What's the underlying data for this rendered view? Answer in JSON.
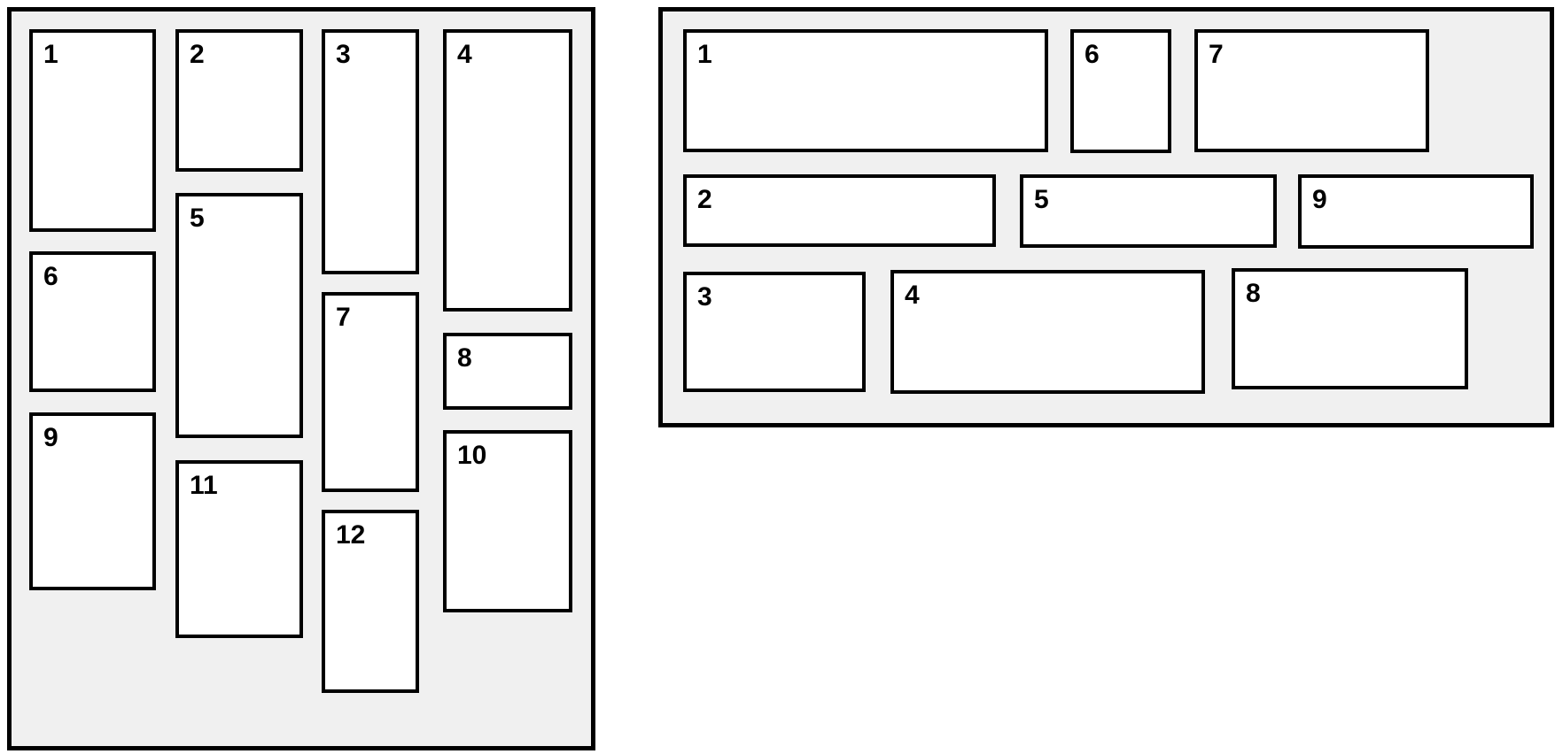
{
  "colors": {
    "page_background": "#ffffff",
    "panel_background": "#f0f0f0",
    "panel_border": "#000000",
    "box_background": "#ffffff",
    "box_border": "#000000",
    "label_color": "#000000"
  },
  "left_panel": {
    "description": "vertical masonry grid, 4 columns, 12 numbered cards",
    "box_labels": [
      "1",
      "2",
      "3",
      "4",
      "5",
      "6",
      "7",
      "8",
      "9",
      "10",
      "11",
      "12"
    ]
  },
  "right_panel": {
    "description": "horizontal masonry grid, 3 rows, 9 numbered cards",
    "box_labels": [
      "1",
      "2",
      "3",
      "4",
      "5",
      "6",
      "7",
      "8",
      "9"
    ]
  }
}
